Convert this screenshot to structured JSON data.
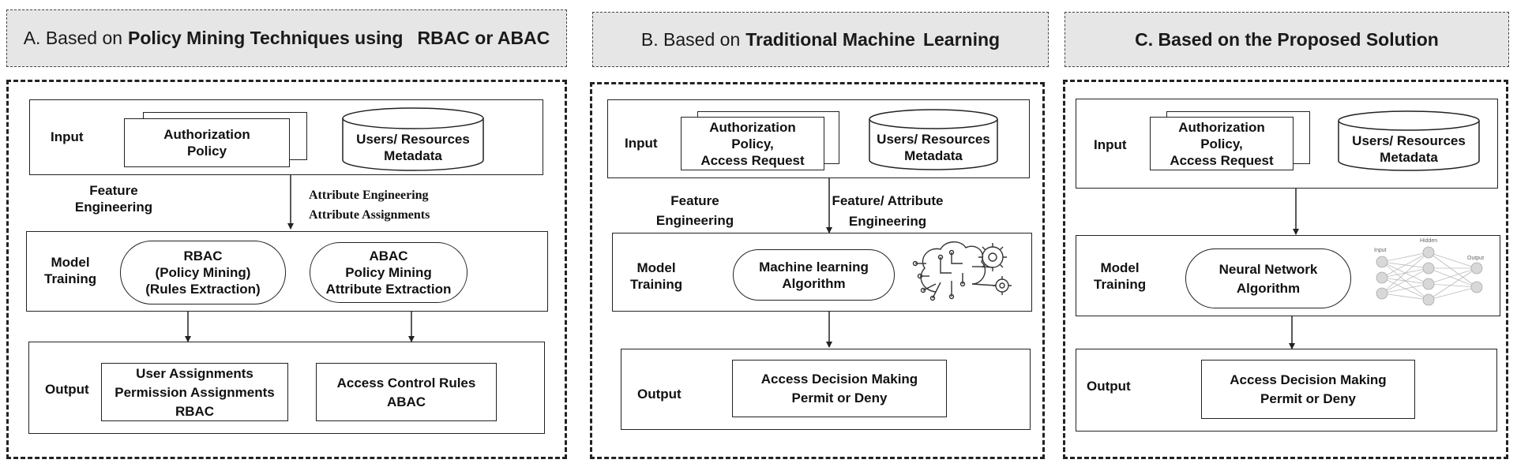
{
  "panel_a": {
    "title_prefix": "A. Based on",
    "title_mid": "Policy Mining Techniques using",
    "title_end": "RBAC or ABAC",
    "input_label": "Input",
    "policy_doc": [
      "Authorization",
      "Policy"
    ],
    "metadata": [
      "Users/ Resources",
      "Metadata"
    ],
    "feature_label": [
      "Feature",
      "Engineering"
    ],
    "attr_label": [
      "Attribute Engineering",
      "Attribute Assignments"
    ],
    "model_label": [
      "Model",
      "Training"
    ],
    "rbac_box": [
      "RBAC",
      "(Policy Mining)",
      "(Rules Extraction)"
    ],
    "abac_box": [
      "ABAC",
      "Policy Mining",
      "Attribute Extraction"
    ],
    "output_label": "Output",
    "out_left": [
      "User Assignments",
      "Permission Assignments",
      "RBAC"
    ],
    "out_right": [
      "Access Control Rules",
      "ABAC"
    ]
  },
  "panel_b": {
    "title_prefix": "B. Based on",
    "title_mid": "Traditional Machine",
    "title_end": "Learning",
    "input_label": "Input",
    "policy_doc": [
      "Authorization",
      "Policy,",
      "Access Request"
    ],
    "metadata": [
      "Users/ Resources",
      "Metadata"
    ],
    "feature_label": [
      "Feature",
      "Engineering"
    ],
    "attr_label": [
      "Feature/ Attribute",
      "Engineering"
    ],
    "model_label": [
      "Model",
      "Training"
    ],
    "algo_box": [
      "Machine learning",
      "Algorithm"
    ],
    "ml_icon": "brain-gears-icon",
    "output_label": "Output",
    "out_box": [
      "Access Decision Making",
      "Permit or Deny"
    ]
  },
  "panel_c": {
    "title": "C.  Based on the Proposed Solution",
    "input_label": "Input",
    "policy_doc": [
      "Authorization",
      "Policy,",
      "Access Request"
    ],
    "metadata": [
      "Users/ Resources",
      "Metadata"
    ],
    "model_label": [
      "Model",
      "Training"
    ],
    "algo_box": [
      "Neural Network",
      "Algorithm"
    ],
    "nn_labels": {
      "input": "Input",
      "hidden": "Hidden",
      "output": "Output"
    },
    "output_label": "Output",
    "out_box": [
      "Access Decision Making",
      "Permit or Deny"
    ]
  }
}
